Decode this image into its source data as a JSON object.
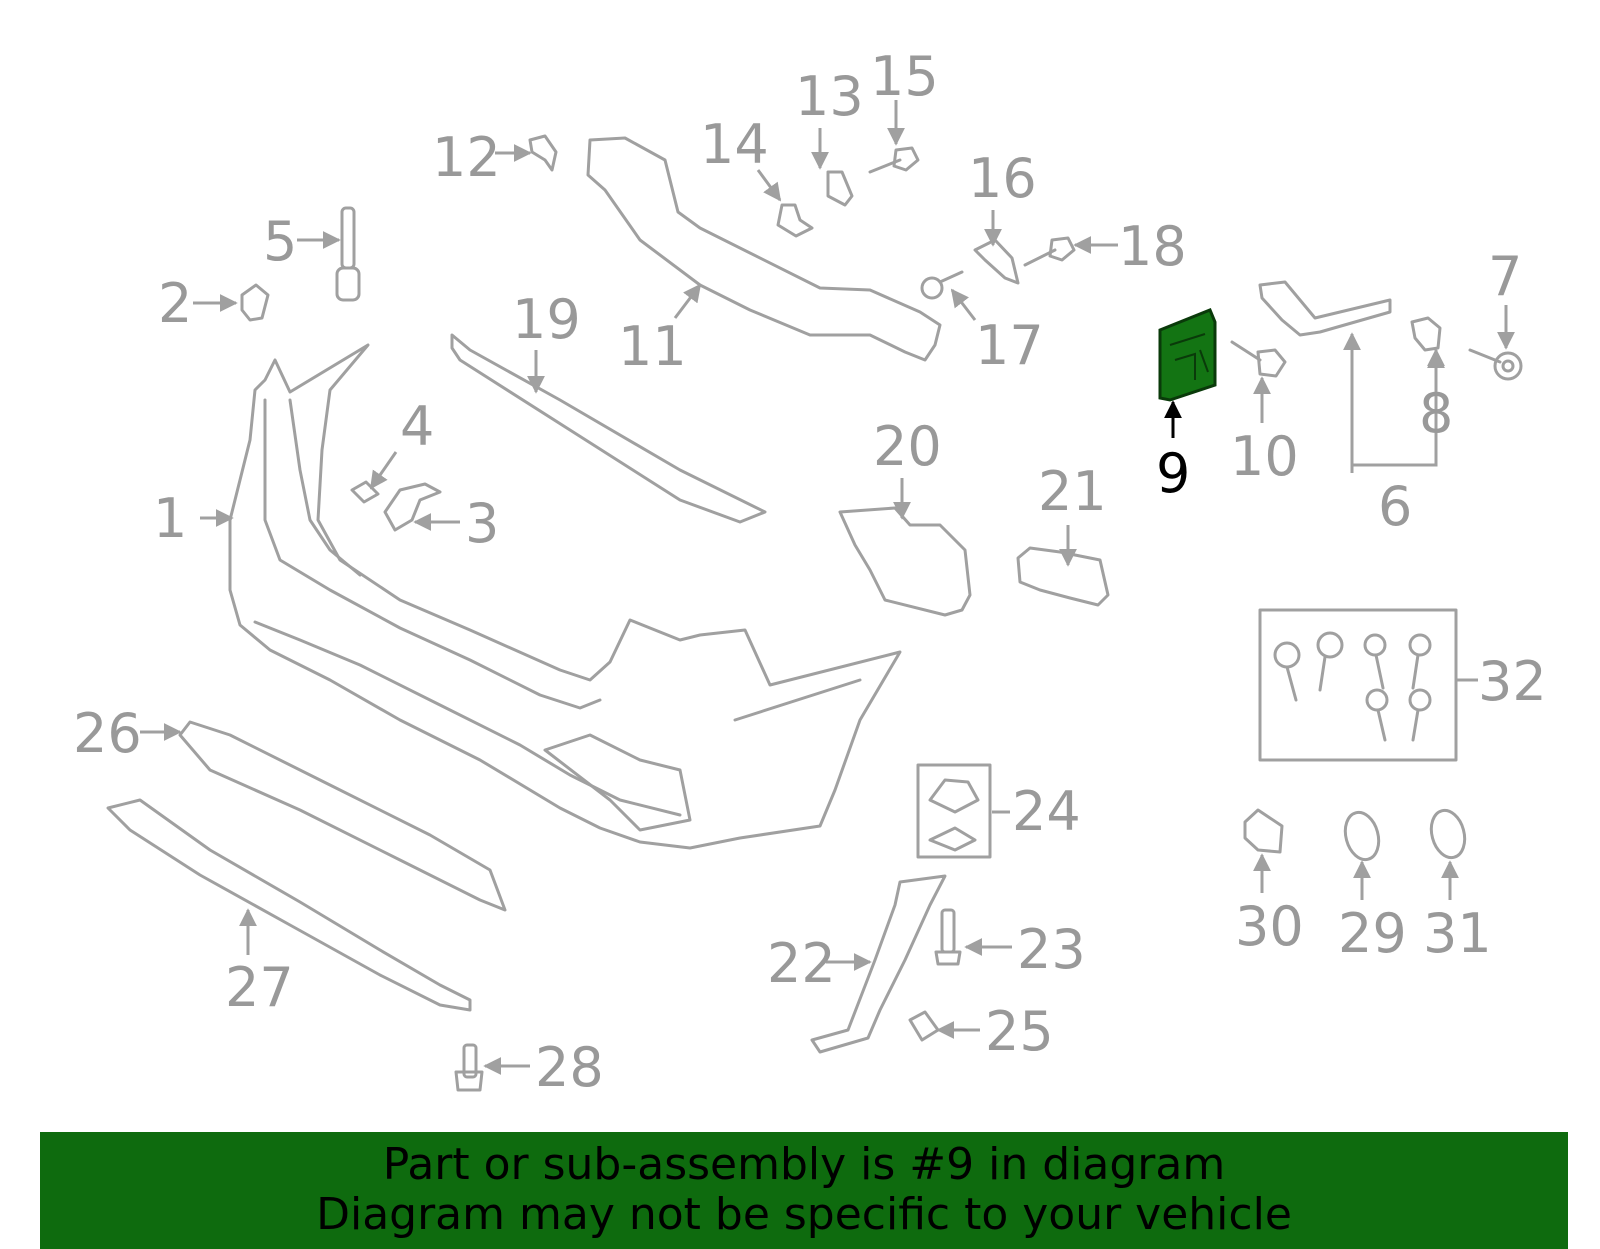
{
  "diagram": {
    "highlighted_part": "9",
    "highlight_color": "#137413",
    "line_color": "#a0a0a0",
    "callouts": [
      {
        "id": "1",
        "label": "1"
      },
      {
        "id": "2",
        "label": "2"
      },
      {
        "id": "3",
        "label": "3"
      },
      {
        "id": "4",
        "label": "4"
      },
      {
        "id": "5",
        "label": "5"
      },
      {
        "id": "6",
        "label": "6"
      },
      {
        "id": "7",
        "label": "7"
      },
      {
        "id": "8",
        "label": "8"
      },
      {
        "id": "9",
        "label": "9"
      },
      {
        "id": "10",
        "label": "10"
      },
      {
        "id": "11",
        "label": "11"
      },
      {
        "id": "12",
        "label": "12"
      },
      {
        "id": "13",
        "label": "13"
      },
      {
        "id": "14",
        "label": "14"
      },
      {
        "id": "15",
        "label": "15"
      },
      {
        "id": "16",
        "label": "16"
      },
      {
        "id": "17",
        "label": "17"
      },
      {
        "id": "18",
        "label": "18"
      },
      {
        "id": "19",
        "label": "19"
      },
      {
        "id": "20",
        "label": "20"
      },
      {
        "id": "21",
        "label": "21"
      },
      {
        "id": "22",
        "label": "22"
      },
      {
        "id": "23",
        "label": "23"
      },
      {
        "id": "24",
        "label": "24"
      },
      {
        "id": "25",
        "label": "25"
      },
      {
        "id": "26",
        "label": "26"
      },
      {
        "id": "27",
        "label": "27"
      },
      {
        "id": "28",
        "label": "28"
      },
      {
        "id": "29",
        "label": "29"
      },
      {
        "id": "30",
        "label": "30"
      },
      {
        "id": "31",
        "label": "31"
      },
      {
        "id": "32",
        "label": "32"
      }
    ]
  },
  "banner": {
    "background": "#0e6b0e",
    "line1": "Part or sub-assembly is #9 in diagram",
    "line2": "Diagram may not be specific to your vehicle"
  }
}
